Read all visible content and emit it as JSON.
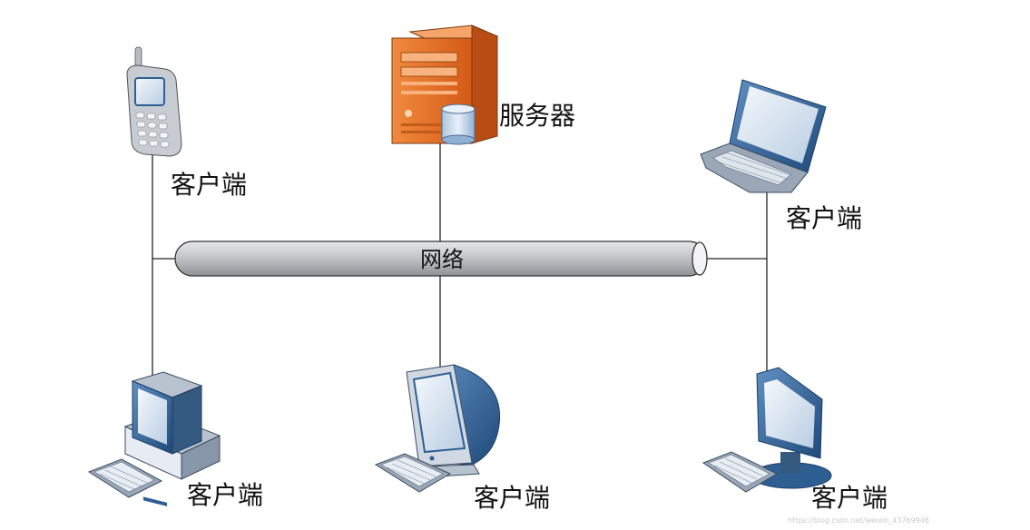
{
  "diagram": {
    "network_label": "网络",
    "server": {
      "label": "服务器",
      "icon": "server-icon",
      "color": "#e8702a"
    },
    "clients": [
      {
        "id": "phone",
        "label": "客户端",
        "icon": "mobile-phone-icon"
      },
      {
        "id": "laptop",
        "label": "客户端",
        "icon": "laptop-icon"
      },
      {
        "id": "desktop-tower",
        "label": "客户端",
        "icon": "desktop-computer-icon"
      },
      {
        "id": "crt-monitor",
        "label": "客户端",
        "icon": "crt-monitor-icon"
      },
      {
        "id": "flat-monitor",
        "label": "客户端",
        "icon": "flat-panel-monitor-icon"
      }
    ],
    "colors": {
      "pipe": "#b9bcc0",
      "device_blue": "#2e5f93",
      "device_light": "#d7e4f2",
      "server_orange": "#e8702a"
    }
  }
}
